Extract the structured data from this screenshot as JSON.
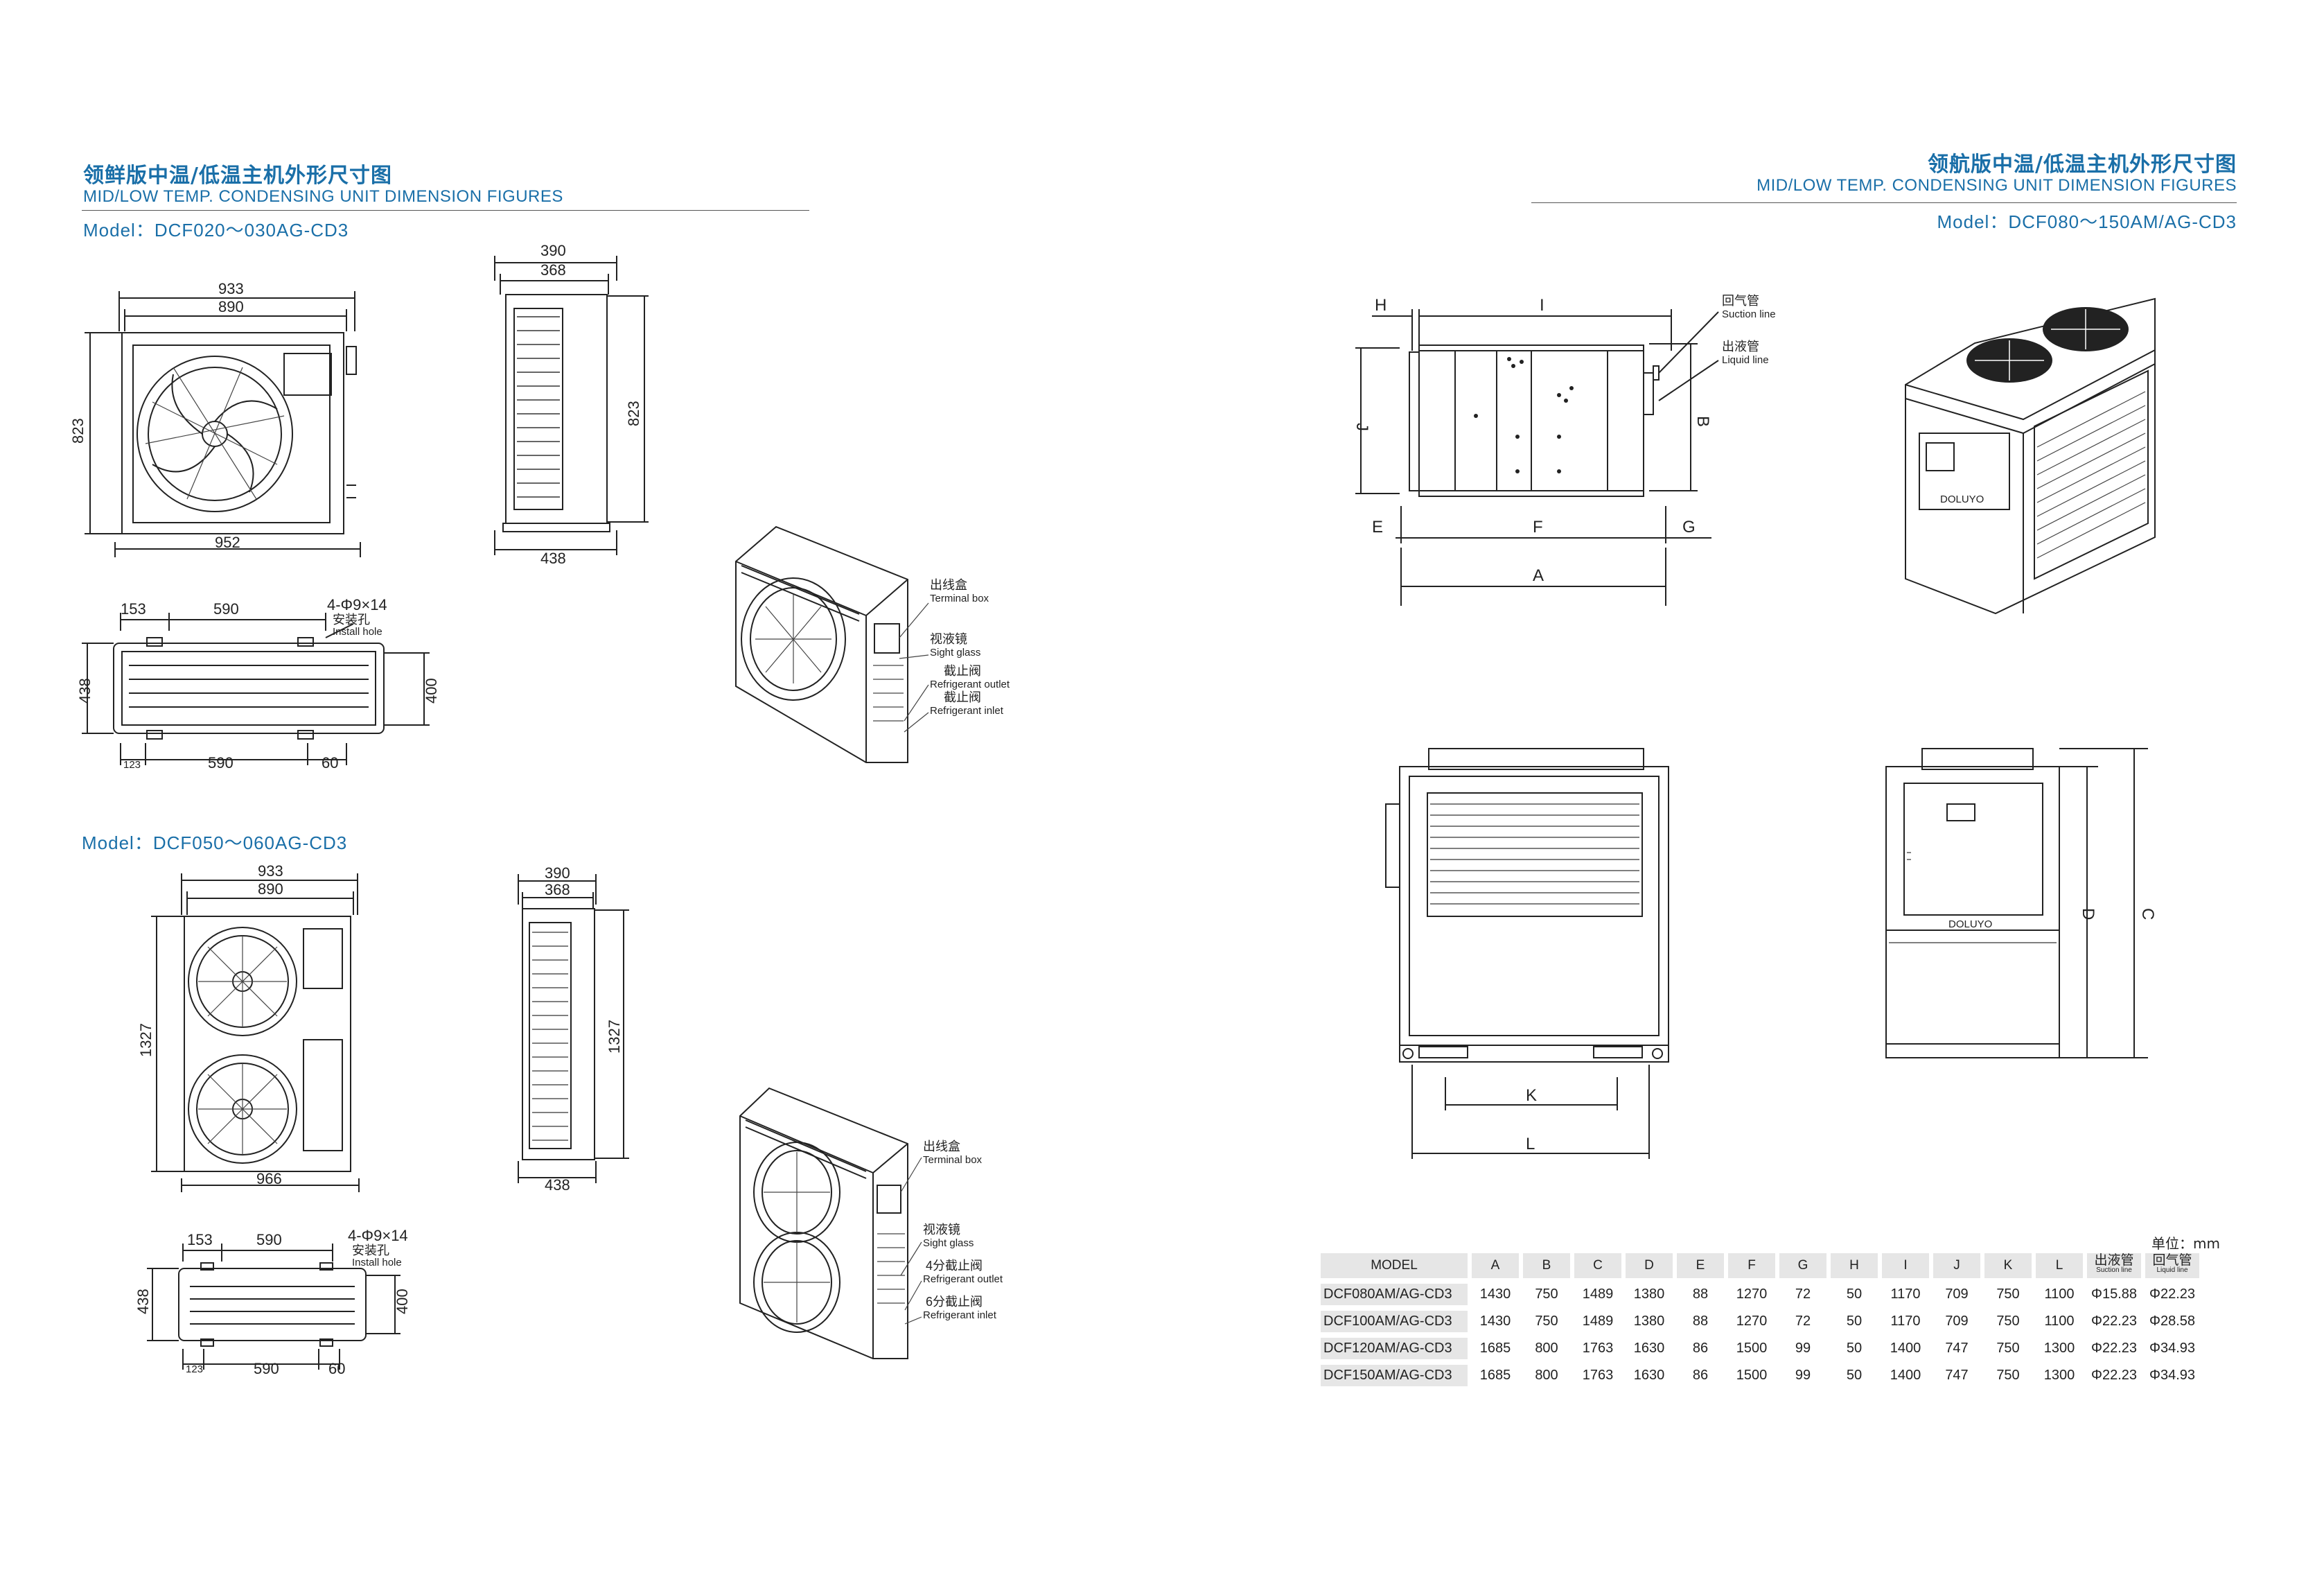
{
  "left": {
    "title_cn": "领鲜版中温/低温主机外形尺寸图",
    "title_en": "MID/LOW TEMP. CONDENSING UNIT DIMENSION FIGURES",
    "model1": "Model：DCF020～030AG-CD3",
    "model2": "Model：DCF050～060AG-CD3",
    "unit1": {
      "front_top_outer": "933",
      "front_top_inner": "890",
      "front_height": "823",
      "front_bottom": "952",
      "side_top_outer": "390",
      "side_top_inner": "368",
      "side_height": "823",
      "side_bottom": "438",
      "plan_left": "153",
      "plan_mid": "590",
      "plan_hole_spec": "4-Φ9×14",
      "plan_hole_cn": "安装孔",
      "plan_hole_en": "Install hole",
      "plan_depth": "438",
      "plan_inner": "400",
      "plan_bottom_left": "123",
      "plan_bottom_mid": "590",
      "plan_bottom_right": "60"
    },
    "unit2": {
      "front_top_outer": "933",
      "front_top_inner": "890",
      "front_height": "1327",
      "front_bottom": "966",
      "side_top_outer": "390",
      "side_top_inner": "368",
      "side_height": "1327",
      "side_bottom": "438",
      "plan_left": "153",
      "plan_mid": "590",
      "plan_hole_spec": "4-Φ9×14",
      "plan_hole_cn": "安装孔",
      "plan_hole_en": "Install hole",
      "plan_depth": "438",
      "plan_inner": "400",
      "plan_bottom_left": "123",
      "plan_bottom_mid": "590",
      "plan_bottom_right": "60"
    },
    "callouts1": {
      "terminal_cn": "出线盒",
      "terminal_en": "Terminal box",
      "sight_cn": "视液镜",
      "sight_en": "Sight glass",
      "outlet_cn": "截止阀",
      "outlet_en": "Refrigerant outlet",
      "inlet_cn": "截止阀",
      "inlet_en": "Refrigerant inlet"
    },
    "callouts2": {
      "terminal_cn": "出线盒",
      "terminal_en": "Terminal box",
      "sight_cn": "视液镜",
      "sight_en": "Sight glass",
      "outlet_cn": "4分截止阀",
      "outlet_en": "Refrigerant outlet",
      "inlet_cn": "6分截止阀",
      "inlet_en": "Refrigerant inlet"
    }
  },
  "right": {
    "title_cn": "领航版中温/低温主机外形尺寸图",
    "title_en": "MID/LOW TEMP. CONDENSING UNIT DIMENSION FIGURES",
    "model": "Model：DCF080～150AM/AG-CD3",
    "suction_cn": "回气管",
    "suction_en": "Suction line",
    "liquid_cn": "出液管",
    "liquid_en": "Liquid line",
    "brand": "DOLUYO",
    "dims": {
      "H": "H",
      "I": "I",
      "J": "J",
      "B": "B",
      "E": "E",
      "F": "F",
      "G": "G",
      "A": "A",
      "K": "K",
      "L": "L",
      "C": "C",
      "D": "D"
    },
    "unit_note": "单位：mm",
    "table": {
      "headers": [
        "MODEL",
        "A",
        "B",
        "C",
        "D",
        "E",
        "F",
        "G",
        "H",
        "I",
        "J",
        "K",
        "L"
      ],
      "pipe_headers": [
        {
          "cn": "出液管",
          "en": "Suction line"
        },
        {
          "cn": "回气管",
          "en": "Liquid line"
        }
      ],
      "rows": [
        [
          "DCF080AM/AG-CD3",
          "1430",
          "750",
          "1489",
          "1380",
          "88",
          "1270",
          "72",
          "50",
          "1170",
          "709",
          "750",
          "1100",
          "Φ15.88",
          "Φ22.23"
        ],
        [
          "DCF100AM/AG-CD3",
          "1430",
          "750",
          "1489",
          "1380",
          "88",
          "1270",
          "72",
          "50",
          "1170",
          "709",
          "750",
          "1100",
          "Φ22.23",
          "Φ28.58"
        ],
        [
          "DCF120AM/AG-CD3",
          "1685",
          "800",
          "1763",
          "1630",
          "86",
          "1500",
          "99",
          "50",
          "1400",
          "747",
          "750",
          "1300",
          "Φ22.23",
          "Φ34.93"
        ],
        [
          "DCF150AM/AG-CD3",
          "1685",
          "800",
          "1763",
          "1630",
          "86",
          "1500",
          "99",
          "50",
          "1400",
          "747",
          "750",
          "1300",
          "Φ22.23",
          "Φ34.93"
        ]
      ]
    }
  }
}
